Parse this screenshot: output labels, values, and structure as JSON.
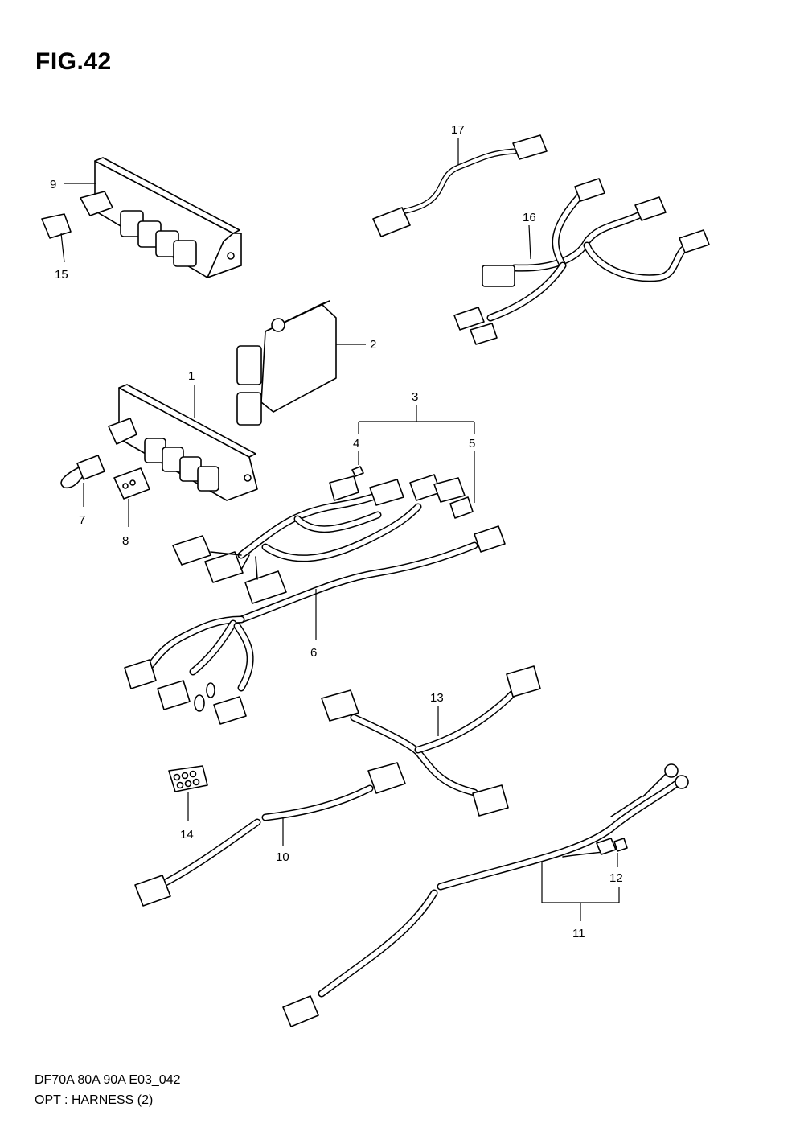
{
  "figure": {
    "title": "FIG.42",
    "code": "DF70A 80A 90A E03_042",
    "subtitle": "OPT : HARNESS (2)"
  },
  "callouts": {
    "c1": "1",
    "c2": "2",
    "c3": "3",
    "c4": "4",
    "c5": "5",
    "c6": "6",
    "c7": "7",
    "c8": "8",
    "c9": "9",
    "c10": "10",
    "c11": "11",
    "c12": "12",
    "c13": "13",
    "c14": "14",
    "c15": "15",
    "c16": "16",
    "c17": "17"
  }
}
